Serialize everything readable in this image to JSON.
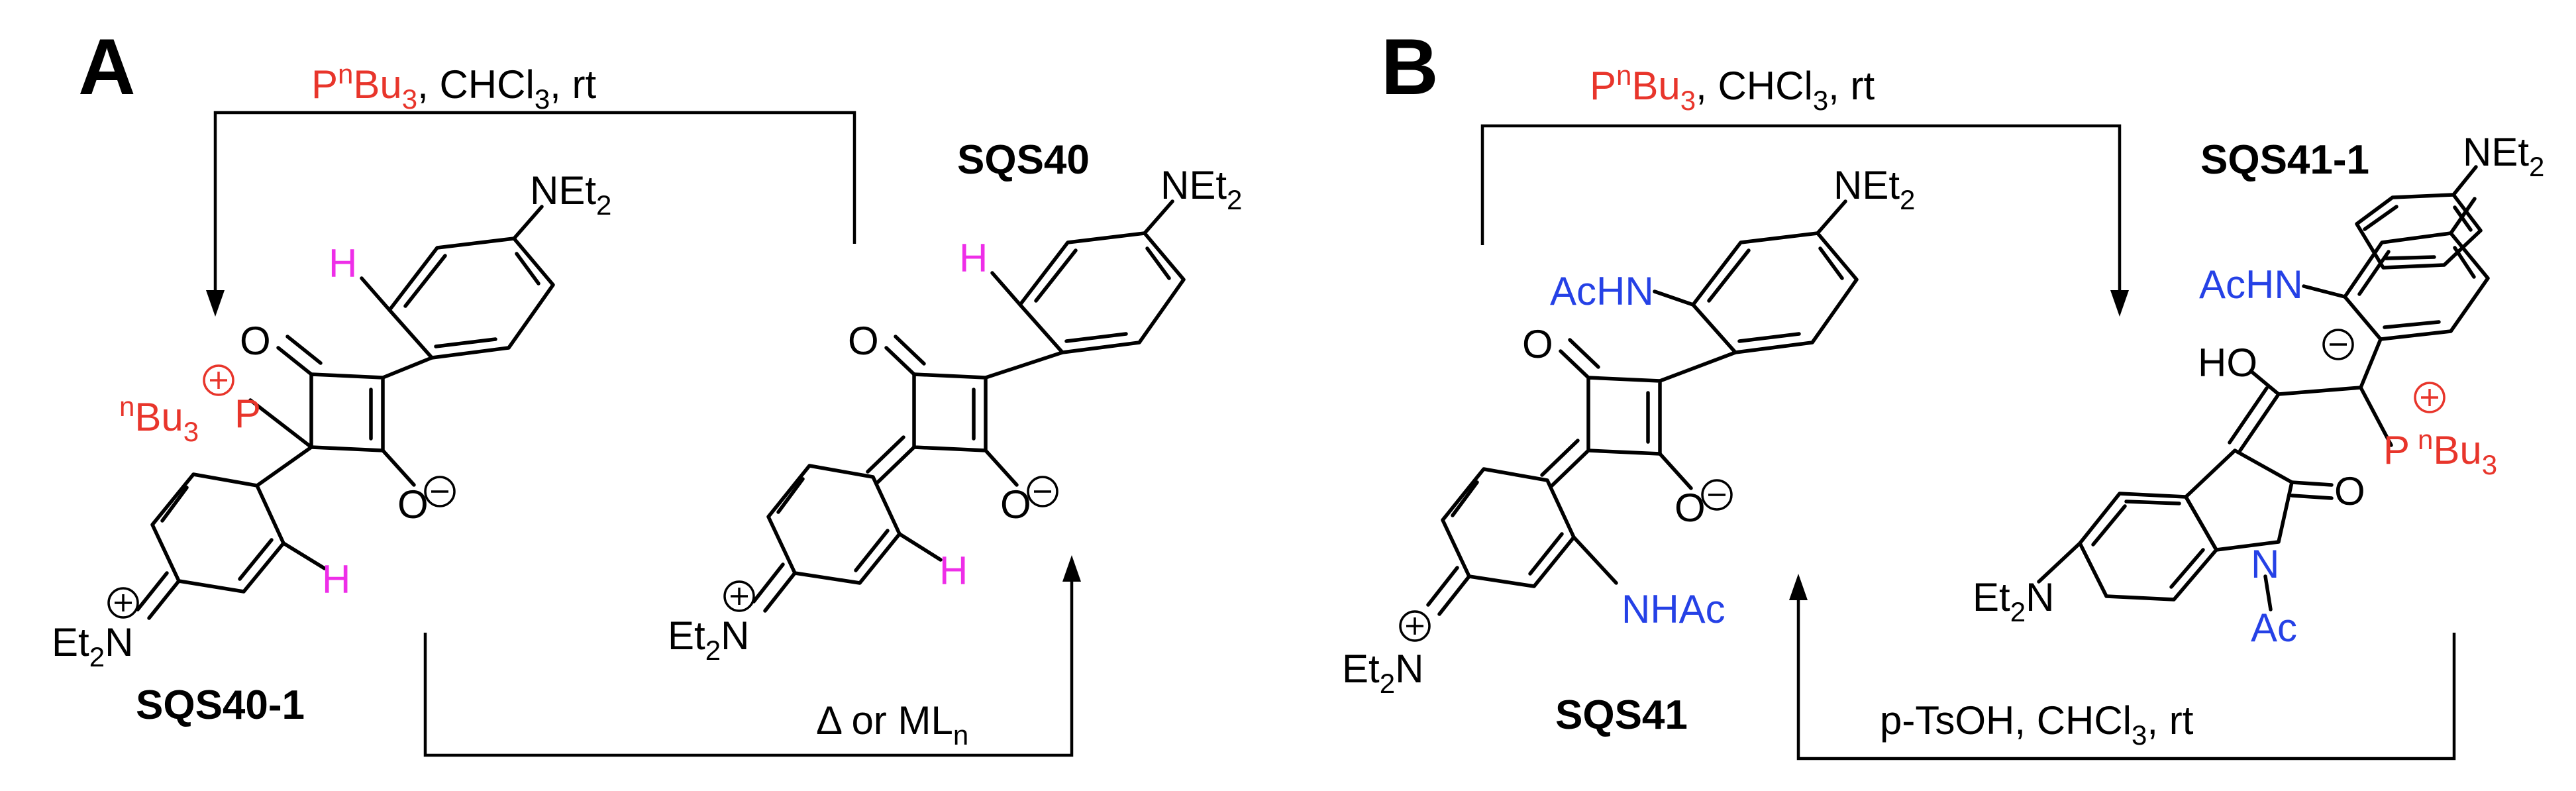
{
  "panels": {
    "a": "A",
    "b": "B"
  },
  "colors": {
    "phosphine": "#e8352b",
    "acetamide": "#2541e6",
    "hydrogen": "#ee2ee8",
    "ink": "#000000"
  },
  "panel_a": {
    "arrow_top_reagent": "P",
    "arrow_top_reagent_sup": "n",
    "arrow_top_reagent_base": "Bu",
    "arrow_top_reagent_sub": "3",
    "arrow_top_solvent": ", CHCl",
    "arrow_top_solvent_sub": "3",
    "arrow_top_temp": ", rt",
    "arrow_bottom": "Δ or ML",
    "arrow_bottom_sub": "n",
    "left_label": "SQS40-1",
    "right_label": "SQS40",
    "net2": "NEt",
    "net2_sub": "2",
    "et2n": "Et",
    "et2n_sub": "2",
    "et2n_n": "N",
    "o": "O",
    "h": "H",
    "p": "P",
    "nbu3_sup": "n",
    "nbu3": "Bu",
    "nbu3_sub": "3"
  },
  "panel_b": {
    "arrow_top_reagent": "P",
    "arrow_top_reagent_sup": "n",
    "arrow_top_reagent_base": "Bu",
    "arrow_top_reagent_sub": "3",
    "arrow_top_solvent": ", CHCl",
    "arrow_top_solvent_sub": "3",
    "arrow_top_temp": ", rt",
    "arrow_bottom": "p-TsOH, CHCl",
    "arrow_bottom_sub": "3",
    "arrow_bottom_temp": ", rt",
    "left_label": "SQS41",
    "right_label": "SQS41-1",
    "acnh": "AcHN",
    "nhac": "NHAc",
    "ho": "HO",
    "n": "N",
    "ac": "Ac",
    "p": "P",
    "nbu3_sup": "n",
    "nbu3": "Bu",
    "nbu3_sub": "3"
  }
}
